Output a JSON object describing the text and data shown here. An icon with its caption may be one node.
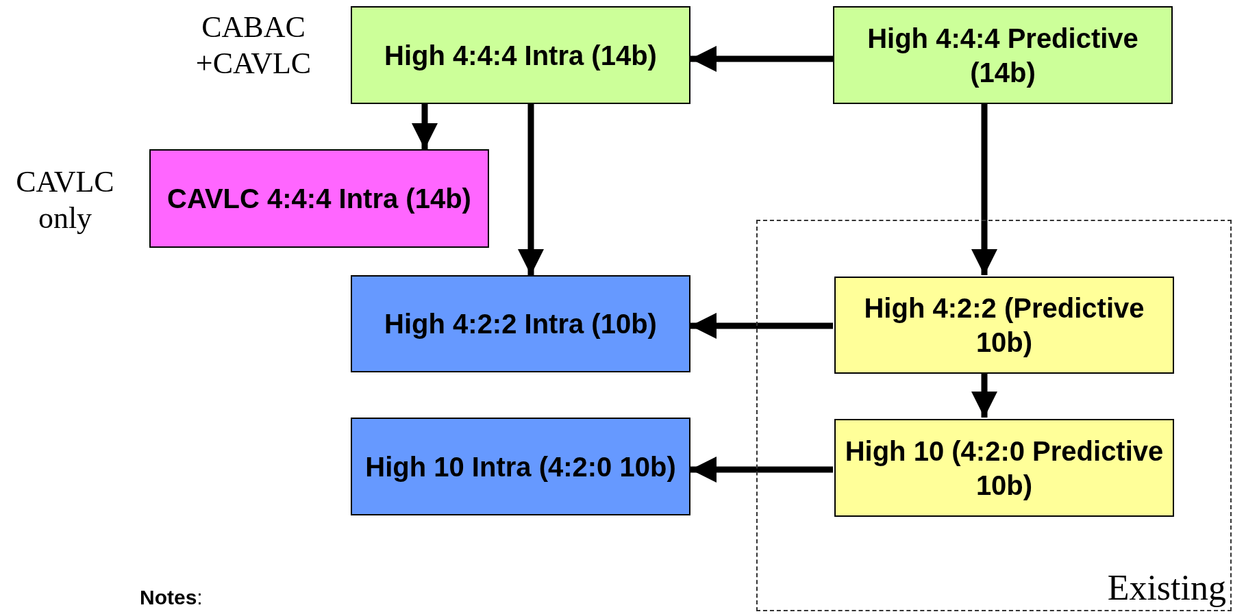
{
  "diagram": {
    "nodes": [
      {
        "text": [
          "High 4:4:4 Intra (14b)"
        ],
        "beside": [
          "CABAC +CAVLC"
        ]
      },
      {
        "text": [
          "High 4:4:4 Predictive (14b)"
        ]
      },
      {
        "text": [
          "CAVLC 4:4:4 Intra (14b)"
        ],
        "beside": [
          "CAVLC only"
        ]
      },
      {
        "text": [
          "High 4:2:2 Intra (10b)"
        ]
      },
      {
        "text": [
          "Existing"
        ]
      },
      {
        "text": [
          "High 4:2:2 (Predictive 10b)"
        ],
        "in": 4
      },
      {
        "text": [
          "High 10 Intra (4:2:0 10b)"
        ]
      },
      {
        "text": [
          "High 10 (4:2:0 Predictive 10b)"
        ],
        "in": 4
      }
    ],
    "edges": [
      {
        "from": 1,
        "to": 0,
        "arrow": "to"
      },
      {
        "from": 0,
        "to": 2,
        "arrow": "to"
      },
      {
        "from": 0,
        "to": 3,
        "arrow": "to"
      },
      {
        "from": 1,
        "to": 5,
        "arrow": "to"
      },
      {
        "from": 5,
        "to": 3,
        "arrow": "to"
      },
      {
        "from": 5,
        "to": 7,
        "arrow": "to"
      },
      {
        "from": 7,
        "to": 6,
        "arrow": "to"
      }
    ],
    "labels": [
      "**Notes**:"
    ]
  }
}
